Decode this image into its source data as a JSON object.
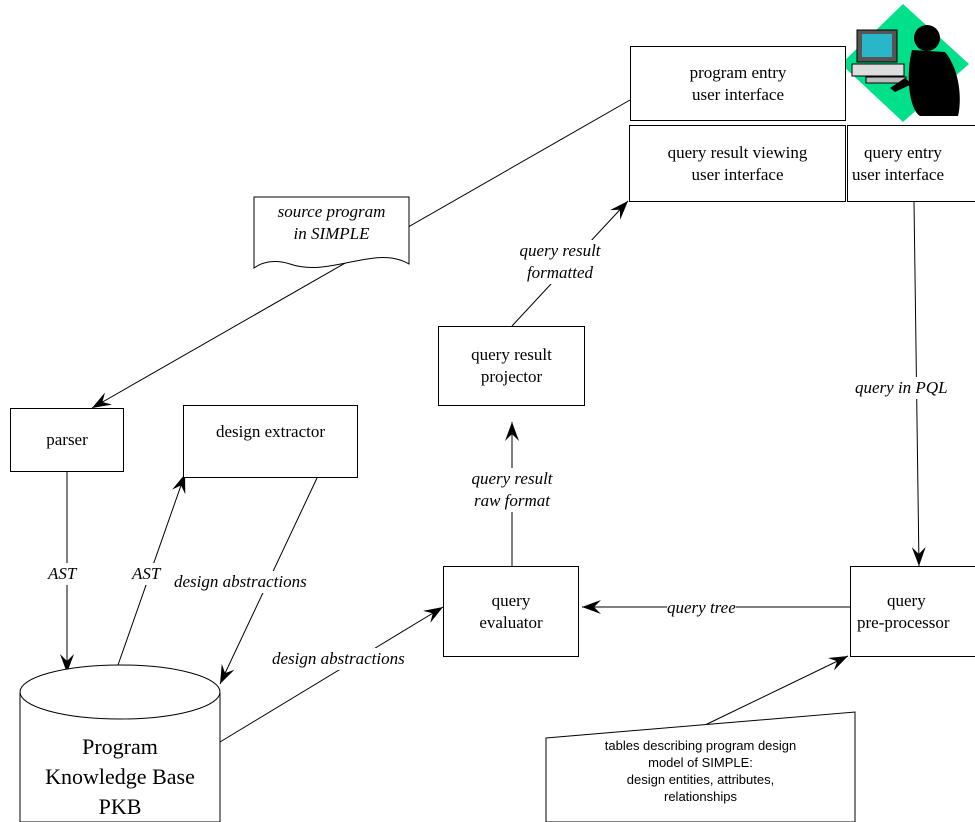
{
  "boxes": {
    "program_entry": [
      "program entry",
      "user interface"
    ],
    "query_result_viewing": [
      "query result viewing",
      "user interface"
    ],
    "query_entry": [
      "query entry",
      "user interface"
    ],
    "query_result_projector": [
      "query result",
      "projector"
    ],
    "parser": [
      "parser"
    ],
    "design_extractor": [
      "design extractor"
    ],
    "query_evaluator": [
      "query",
      "evaluator"
    ],
    "query_preprocessor": [
      "query",
      "pre-processor"
    ]
  },
  "pkb": [
    "Program",
    "Knowledge Base",
    "PKB"
  ],
  "source_doc": [
    "source program",
    "in SIMPLE"
  ],
  "tables_doc": [
    "tables describing program design",
    "model of SIMPLE:",
    "design entities, attributes,",
    "relationships"
  ],
  "labels": {
    "query_result_formatted": [
      "query result",
      "formatted"
    ],
    "query_in_pql": "query in PQL",
    "query_result_raw": [
      "query result",
      "raw format"
    ],
    "ast_parser": "AST",
    "ast_extractor": "AST",
    "design_abstractions_extractor": "design abstractions",
    "design_abstractions_pkb": "design abstractions",
    "query_tree": "query tree"
  },
  "icon": "computer-user-icon",
  "colors": {
    "icon_diamond": "#00e08a",
    "monitor": "#29b6c9",
    "ink": "#000000"
  }
}
